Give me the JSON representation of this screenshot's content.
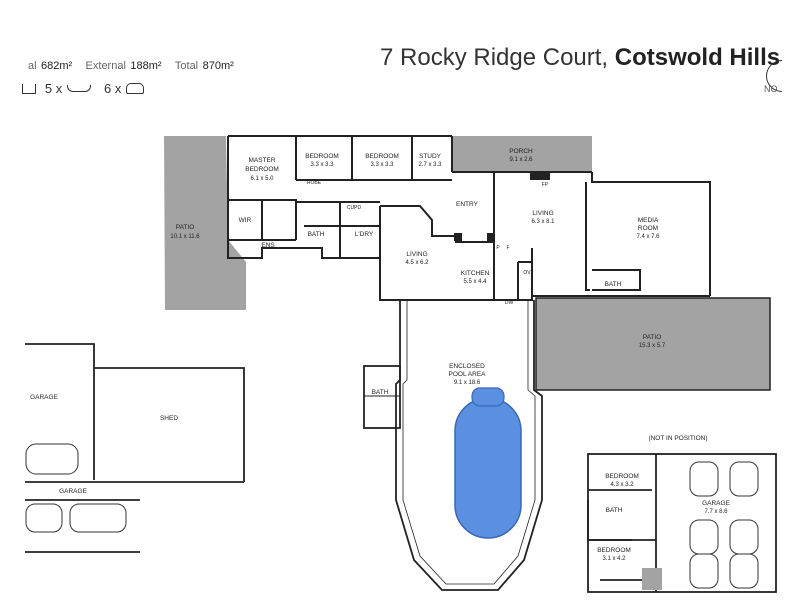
{
  "header": {
    "internal_label": "al",
    "internal_value": "682m²",
    "external_label": "External",
    "external_value": "188m²",
    "total_label": "Total",
    "total_value": "870m²",
    "address_street": "7 Rocky Ridge Court,",
    "address_suburb": "Cotswold Hills",
    "bath_count": "5 x",
    "car_count": "6 x",
    "compass_label": "NO"
  },
  "rooms": {
    "master_bedroom": {
      "name": "MASTER BEDROOM",
      "line1": "MASTER",
      "line2": "BEDROOM",
      "dims": "6.1 x 5.0"
    },
    "bedroom_1": {
      "name": "BEDROOM",
      "dims": "3.3 x 3.3"
    },
    "bedroom_2": {
      "name": "BEDROOM",
      "dims": "3.3 x 3.3"
    },
    "study": {
      "name": "STUDY",
      "dims": "2.7 x 3.3"
    },
    "porch": {
      "name": "PORCH",
      "dims": "9.1 x 2.6"
    },
    "patio_left": {
      "name": "PATIO",
      "dims": "10.1 x 11.6"
    },
    "wir": {
      "name": "WIR"
    },
    "ens": {
      "name": "ENS"
    },
    "bath_main": {
      "name": "BATH"
    },
    "ldry": {
      "name": "L'DRY"
    },
    "entry": {
      "name": "ENTRY"
    },
    "living_main": {
      "name": "LIVING",
      "dims": "6.3 x 8.1"
    },
    "media_room": {
      "name": "MEDIA ROOM",
      "line1": "MEDIA",
      "line2": "ROOM",
      "dims": "7.4 x 7.6"
    },
    "living_2": {
      "name": "LIVING",
      "dims": "4.5 x 6.2"
    },
    "kitchen": {
      "name": "KITCHEN",
      "dims": "5.5 x 4.4"
    },
    "bath_media": {
      "name": "BATH"
    },
    "patio_right": {
      "name": "PATIO",
      "dims": "15.3 x 5.7"
    },
    "pool_area": {
      "name": "ENCLOSED POOL AREA",
      "line1": "ENCLOSED",
      "line2": "POOL AREA",
      "dims": "9.1 x 18.6"
    },
    "bath_pool": {
      "name": "BATH"
    },
    "garage_left": {
      "name": "GARAGE"
    },
    "shed": {
      "name": "SHED"
    },
    "garage_bottom": {
      "name": "GARAGE"
    },
    "annex_note": {
      "name": "(NOT IN POSITION)"
    },
    "annex_bedroom_1": {
      "name": "BEDROOM",
      "dims": "4.3 x 3.2"
    },
    "annex_bath": {
      "name": "BATH"
    },
    "annex_bedroom_2": {
      "name": "BEDROOM",
      "dims": "3.1 x 4.2"
    },
    "annex_garage": {
      "name": "GARAGE",
      "dims": "7.7 x 8.6"
    }
  },
  "fixtures": {
    "robe": "ROBE",
    "cupd": "CUPD",
    "fp": "FP",
    "p": "P",
    "f": "F",
    "ov": "OV",
    "dw": "DW"
  },
  "colors": {
    "wall": "#222222",
    "patio": "#a3a3a3",
    "pool": "#5b8fe0",
    "pool_edge": "#3a67b8"
  }
}
